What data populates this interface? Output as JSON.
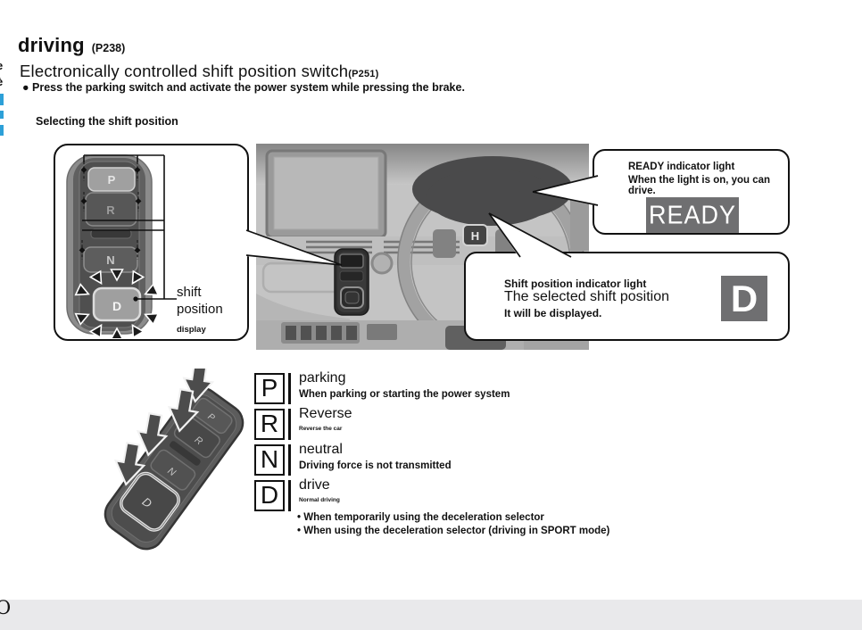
{
  "header": {
    "title": "driving",
    "title_ref": "(P238)",
    "subtitle": "Electronically controlled shift position switch",
    "subtitle_ref": "(P251)",
    "instruction": "● Press the parking switch and activate the power system while pressing the brake.",
    "section_label": "Selecting the shift position"
  },
  "margin": {
    "frag_top": "e",
    "frag_mid": "è",
    "accent_color": "#2da0d8"
  },
  "figure1": {
    "switch_panel": {
      "letters": {
        "p": "P",
        "r": "R",
        "n": "N",
        "d": "D"
      },
      "callout": {
        "line1": "shift",
        "line2": "position",
        "line3": "display"
      }
    },
    "dashboard": {
      "logo_letter": "H"
    },
    "ready_callout": {
      "title": "READY indicator light",
      "body": "When the light is on, you can drive.",
      "display_text": "READY",
      "display_bg": "#6f6f71"
    },
    "shift_callout": {
      "title": "Shift position indicator light",
      "line2": "The selected shift position",
      "line3": "It will be displayed.",
      "display_letter": "D",
      "display_bg": "#6f6f71"
    }
  },
  "figure2": {
    "selector_letters": {
      "p": "P",
      "r": "R",
      "n": "N",
      "d": "D"
    },
    "gears": [
      {
        "letter": "P",
        "name": "parking",
        "desc": "When parking or starting the power system"
      },
      {
        "letter": "R",
        "name": "Reverse",
        "desc": "Reverse the car"
      },
      {
        "letter": "N",
        "name": "neutral",
        "desc": "Driving force is not transmitted"
      },
      {
        "letter": "D",
        "name": "drive",
        "desc": "Normal driving"
      }
    ],
    "notes": [
      "• When temporarily using the deceleration selector",
      "• When using the deceleration selector (driving in SPORT mode)"
    ]
  },
  "footer": {
    "o": "O",
    "bar_color": "#e9e9eb"
  }
}
